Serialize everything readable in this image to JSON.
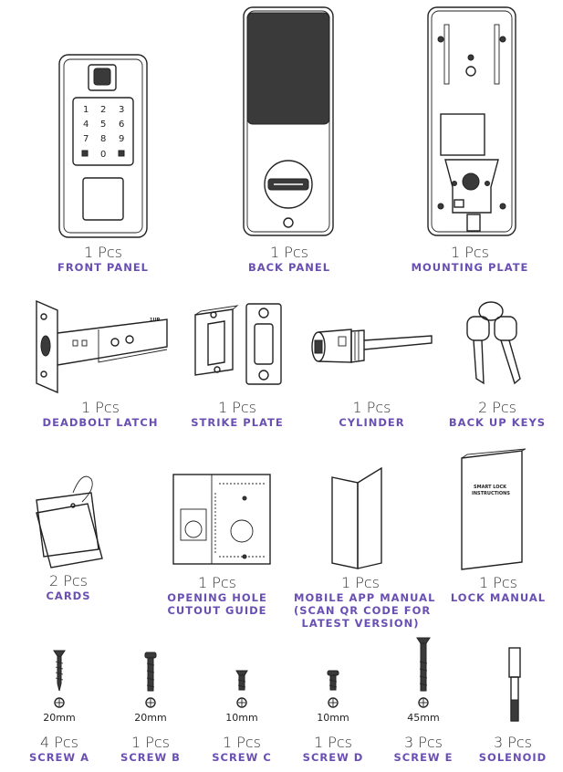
{
  "rows": [
    {
      "items": [
        {
          "qty": "1 Pcs",
          "name": "FRONT PANEL",
          "icon": "front-panel-icon"
        },
        {
          "qty": "1 Pcs",
          "name": "BACK PANEL",
          "icon": "back-panel-icon"
        },
        {
          "qty": "1 Pcs",
          "name": "MOUNTING PLATE",
          "icon": "mounting-plate-icon"
        }
      ]
    },
    {
      "items": [
        {
          "qty": "1 Pcs",
          "name": "DEADBOLT LATCH",
          "icon": "deadbolt-latch-icon",
          "tag": "1UP"
        },
        {
          "qty": "1 Pcs",
          "name": "STRIKE PLATE",
          "icon": "strike-plate-icon"
        },
        {
          "qty": "1 Pcs",
          "name": "CYLINDER",
          "icon": "cylinder-icon"
        },
        {
          "qty": "2 Pcs",
          "name": "BACK UP KEYS",
          "icon": "keys-icon"
        }
      ]
    },
    {
      "items": [
        {
          "qty": "2 Pcs",
          "name": "CARDS",
          "icon": "cards-icon"
        },
        {
          "qty": "1 Pcs",
          "name_lines": [
            "OPENING HOLE",
            "CUTOUT GUIDE"
          ],
          "icon": "cutout-guide-icon"
        },
        {
          "qty": "1 Pcs",
          "name_lines": [
            "MOBILE APP MANUAL",
            "(SCAN QR CODE FOR",
            "LATEST VERSION)"
          ],
          "icon": "app-manual-icon"
        },
        {
          "qty": "1 Pcs",
          "name": "LOCK MANUAL",
          "icon": "lock-manual-icon",
          "cover_lines": [
            "SMART LOCK",
            "INSTRUCTIONS"
          ]
        }
      ]
    },
    {
      "items": [
        {
          "qty": "4 Pcs",
          "name": "SCREW A",
          "size": "20mm",
          "icon": "screw-a-icon"
        },
        {
          "qty": "1 Pcs",
          "name": "SCREW B",
          "size": "20mm",
          "icon": "screw-b-icon"
        },
        {
          "qty": "1 Pcs",
          "name": "SCREW C",
          "size": "10mm",
          "icon": "screw-c-icon"
        },
        {
          "qty": "1 Pcs",
          "name": "SCREW D",
          "size": "10mm",
          "icon": "screw-d-icon"
        },
        {
          "qty": "3 Pcs",
          "name": "SCREW E",
          "size": "45mm",
          "icon": "screw-e-icon"
        },
        {
          "qty": "3 Pcs",
          "name": "SOLENOID",
          "icon": "solenoid-icon"
        }
      ]
    }
  ],
  "keypad": [
    "1",
    "2",
    "3",
    "4",
    "5",
    "6",
    "7",
    "8",
    "9",
    "0"
  ],
  "accent_color": "#6a4fb3"
}
